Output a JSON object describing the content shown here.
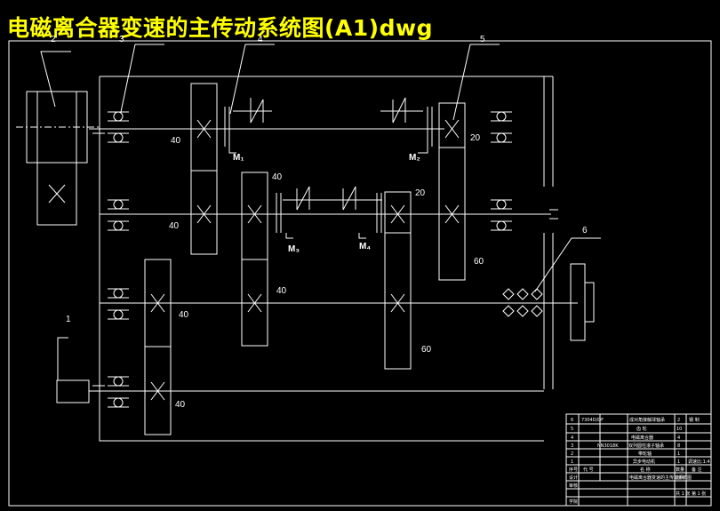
{
  "title": "电磁离合器变速的主传动系统图(A1)dwg",
  "colors": {
    "background": "#000000",
    "title": "#ffff00",
    "lines": "#ffffff"
  },
  "part_labels": {
    "motor": "1",
    "pulley": "2",
    "bearing": "3",
    "clutch": "4",
    "gear": "5",
    "chuck": "6"
  },
  "clutch_labels": {
    "m1": "M₁",
    "m2": "M₂",
    "m3": "M₃",
    "m4": "M₄"
  },
  "gear_teeth": {
    "s1_a": "40",
    "s1_b": "40",
    "s2_a": "40",
    "s2_b": "40",
    "s2_c": "20",
    "s2_d": "60",
    "s3_a": "40",
    "s3_b": "40",
    "s3_c": "60",
    "s4_a": "40",
    "s1_c": "20"
  },
  "title_block": {
    "rows": [
      {
        "no": "6",
        "code": "7304D/DF",
        "name": "成对角接触球轴承",
        "qty": "2",
        "note": "钢 制"
      },
      {
        "no": "5",
        "code": "",
        "name": "齿 轮",
        "qty": "10",
        "note": ""
      },
      {
        "no": "4",
        "code": "",
        "name": "电磁离合器",
        "qty": "4",
        "note": ""
      },
      {
        "no": "3",
        "code": "NN3018K",
        "name": "双列圆柱滚子轴承",
        "qty": "8",
        "note": ""
      },
      {
        "no": "2",
        "code": "",
        "name": "带轮轴",
        "qty": "1",
        "note": ""
      },
      {
        "no": "1",
        "code": "",
        "name": "异步电动机",
        "qty": "1",
        "note": "调速比:1:4"
      }
    ],
    "header": {
      "no": "序号",
      "code": "代 号",
      "name": "名 称",
      "qty": "数量",
      "note": "备 注"
    },
    "drawing_name": "电磁离合器变速的主传动系统图",
    "labels": {
      "design": "设计",
      "check": "审核",
      "scale": "比例",
      "sheet": "共 1 张 第 1 张",
      "school": "学院"
    }
  }
}
